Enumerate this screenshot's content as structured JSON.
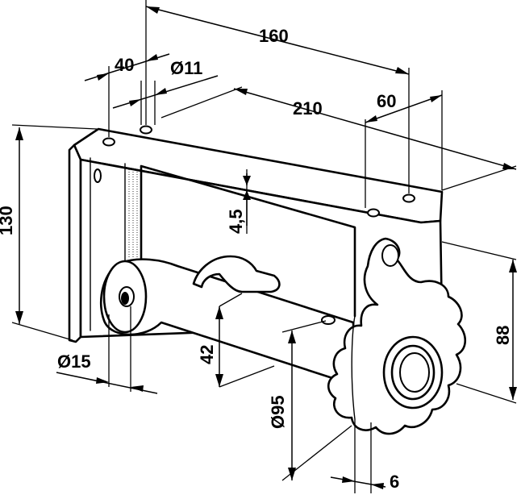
{
  "dimensions": {
    "d160": "160",
    "d40": "40",
    "d11": "Ø11",
    "d210": "210",
    "d60": "60",
    "d130": "130",
    "d45": "4,5",
    "d88": "88",
    "d15": "Ø15",
    "d42": "42",
    "d95": "Ø95",
    "d6": "6"
  }
}
